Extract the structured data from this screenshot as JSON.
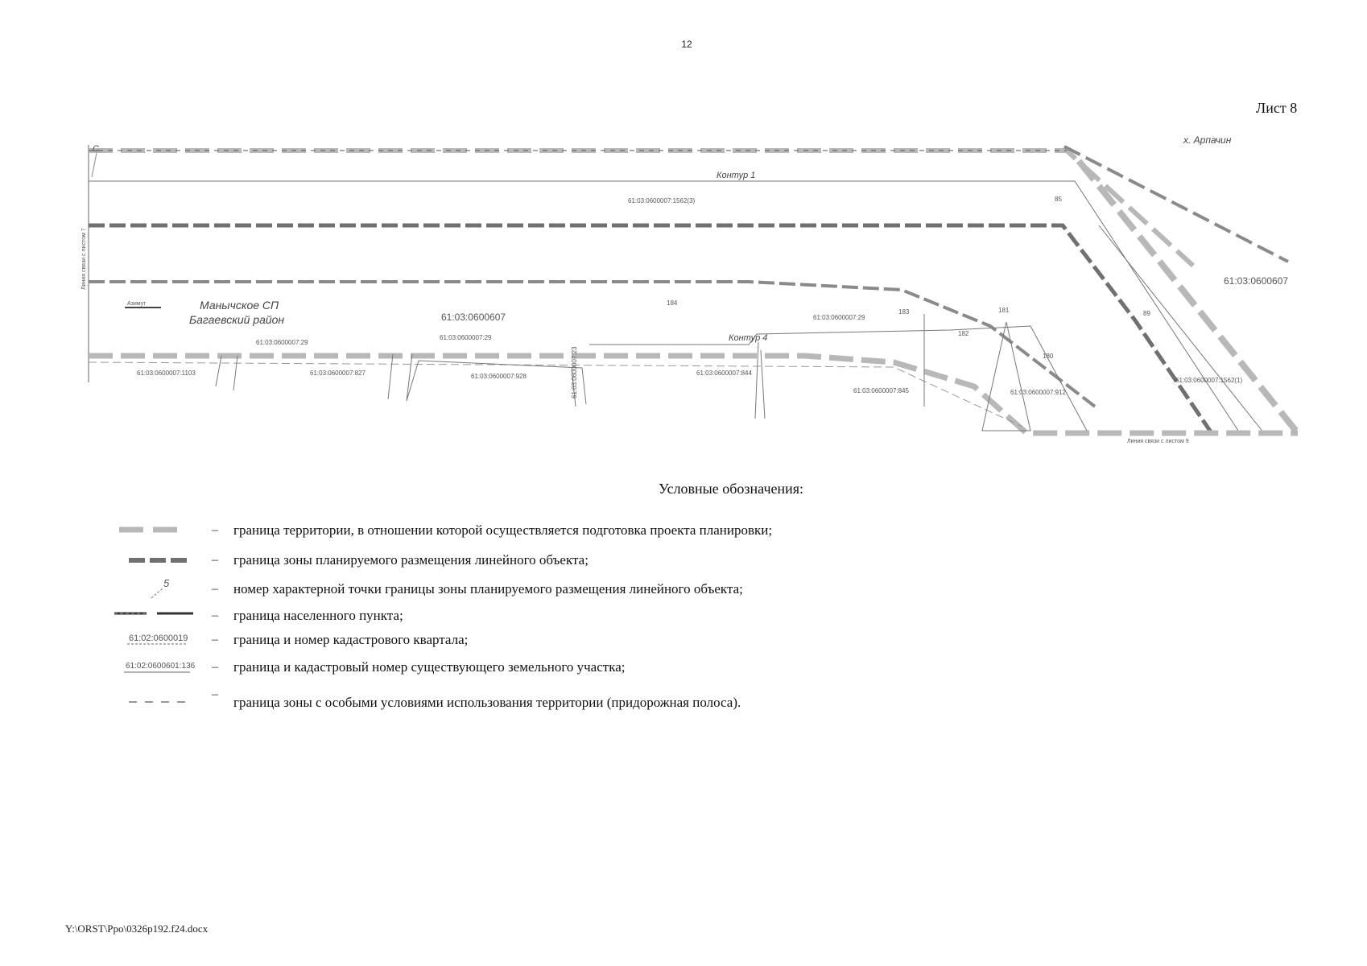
{
  "page": {
    "number": "12",
    "sheet_label": "Лист 8",
    "file_path": "Y:\\ORST\\Ppo\\0326p192.f24.docx"
  },
  "map": {
    "settlement_label": "х. Арпачин",
    "district_label_1": "Манычское СП",
    "district_label_2": "Багаевский район",
    "contour_1": "Контур 1",
    "contour_2": "Контур 4",
    "quarter_label_main": "61:03:0600607",
    "quarter_label_right": "61:03:0600607",
    "parcels": {
      "p_top": "61:03:0600007:1562(3)",
      "p_left1": "61:03:0600007:1103",
      "p_left2": "61:03:0600007:29",
      "p_mid1": "61:03:0600007:827",
      "p_mid2": "61:03:0600007:29",
      "p_mid3": "61:03:0600007:928",
      "p_vert": "61:03:0600007:23",
      "p_mid4": "61:03:0600007:844",
      "p_right1": "61:03:0600007:29",
      "p_right2": "61:03:0600007:845",
      "p_right3": "61:03:0600007:912",
      "p_right4": "61:03:0600007:1562(1)"
    },
    "points": {
      "pt1": "85",
      "pt2": "184",
      "pt3": "183",
      "pt4": "182",
      "pt5": "181",
      "pt6": "180",
      "pt7": "89"
    },
    "side_label_left": "Линия связи с листом 7",
    "side_label_bottom": "Линия связи с листом 9",
    "small_label": "Азимут",
    "marker_c": "С"
  },
  "legend": {
    "title": "Условные обозначения:",
    "dash": "–",
    "items": {
      "i1": "граница территории, в отношении которой осуществляется подготовка проекта планировки;",
      "i2": "граница зоны планируемого размещения линейного объекта;",
      "i3": "номер характерной точки границы зоны планируемого размещения линейного объекта;",
      "i4": "граница населенного пункта;",
      "i5": "граница и номер кадастрового квартала;",
      "i6": "граница и кадастровый номер существующего земельного участка;",
      "i7": "граница зоны с особыми условиями использования территории (придорожная полоса)."
    },
    "symbol_texts": {
      "point_num": "5",
      "quarter_sample": "61:02:0600019",
      "parcel_sample": "61:02:0600601:136"
    }
  }
}
